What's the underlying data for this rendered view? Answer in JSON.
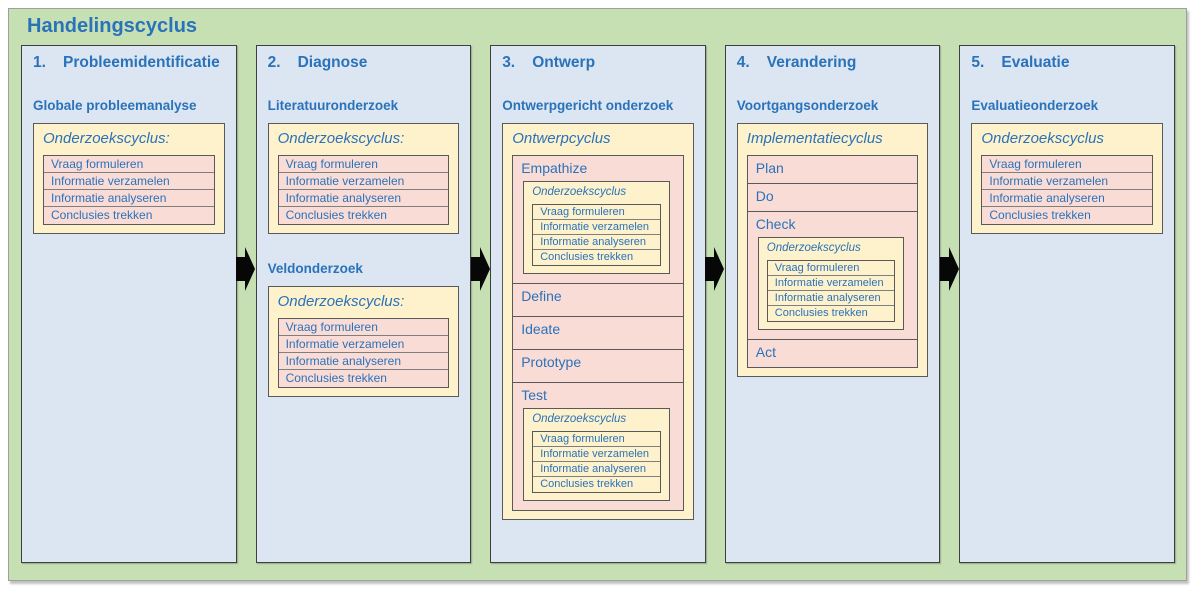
{
  "title": "Handelingscyclus",
  "colors": {
    "bg-green": "#c6e0b4",
    "panel-blue": "#dbe6f2",
    "box-yellow": "#fef2cc",
    "box-pink": "#fadcd6",
    "text-blue": "#2a72ba",
    "border-dark": "#3f3f3f",
    "border-mid": "#595959",
    "border-light": "#7f7f7f",
    "arrow-black": "#070707"
  },
  "icons": {
    "flow_arrow": "right-block-arrow"
  },
  "columns": [
    {
      "number": "1.",
      "name": "Probleemidentificatie",
      "sections": [
        {
          "heading": "Globale probleemanalyse",
          "cycle": {
            "label": "Onderzoekscyclus:",
            "steps": [
              "Vraag formuleren",
              "Informatie verzamelen",
              "Informatie analyseren",
              "Conclusies trekken"
            ]
          }
        }
      ]
    },
    {
      "number": "2.",
      "name": "Diagnose",
      "sections": [
        {
          "heading": "Literatuuronderzoek",
          "cycle": {
            "label": "Onderzoekscyclus:",
            "steps": [
              "Vraag formuleren",
              "Informatie verzamelen",
              "Informatie analyseren",
              "Conclusies trekken"
            ]
          }
        },
        {
          "heading": "Veldonderzoek",
          "cycle": {
            "label": "Onderzoekscyclus:",
            "steps": [
              "Vraag formuleren",
              "Informatie verzamelen",
              "Informatie analyseren",
              "Conclusies trekken"
            ]
          }
        }
      ]
    },
    {
      "number": "3.",
      "name": "Ontwerp",
      "sections": [
        {
          "heading": "Ontwerpgericht onderzoek",
          "outer_cycle": {
            "label": "Ontwerpcyclus",
            "phases": [
              {
                "label": "Empathize",
                "cycle": {
                  "label": "Onderzoekscyclus",
                  "steps": [
                    "Vraag formuleren",
                    "Informatie verzamelen",
                    "Informatie analyseren",
                    "Conclusies trekken"
                  ]
                }
              },
              {
                "label": "Define"
              },
              {
                "label": "Ideate"
              },
              {
                "label": "Prototype"
              },
              {
                "label": "Test",
                "cycle": {
                  "label": "Onderzoekscyclus",
                  "steps": [
                    "Vraag formuleren",
                    "Informatie verzamelen",
                    "Informatie analyseren",
                    "Conclusies trekken"
                  ]
                }
              }
            ]
          }
        }
      ]
    },
    {
      "number": "4.",
      "name": "Verandering",
      "sections": [
        {
          "heading": "Voortgangsonderzoek",
          "outer_cycle": {
            "label": "Implementatiecyclus",
            "phases": [
              {
                "label": "Plan"
              },
              {
                "label": "Do"
              },
              {
                "label": "Check",
                "cycle": {
                  "label": "Onderzoekscyclus",
                  "steps": [
                    "Vraag formuleren",
                    "Informatie verzamelen",
                    "Informatie analyseren",
                    "Conclusies trekken"
                  ]
                }
              },
              {
                "label": "Act"
              }
            ]
          }
        }
      ]
    },
    {
      "number": "5.",
      "name": "Evaluatie",
      "sections": [
        {
          "heading": "Evaluatieonderzoek",
          "cycle": {
            "label": "Onderzoekscyclus",
            "steps": [
              "Vraag formuleren",
              "Informatie verzamelen",
              "Informatie analyseren",
              "Conclusies trekken"
            ]
          }
        }
      ]
    }
  ]
}
